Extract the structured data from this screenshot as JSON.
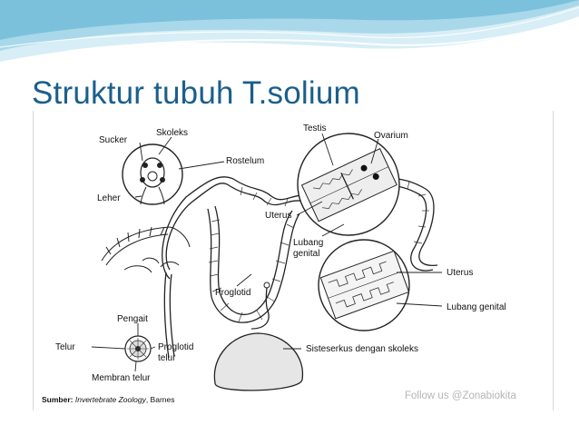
{
  "slide": {
    "title": "Struktur tubuh T.solium"
  },
  "figure": {
    "labels": {
      "sucker": "Sucker",
      "skoleks": "Skoleks",
      "rostelum": "Rostelum",
      "leher": "Leher",
      "testis": "Testis",
      "ovarium": "Ovarium",
      "uterus_top": "Uterus",
      "lubang": "Lubang",
      "genital": "genital",
      "uterus_right": "Uterus",
      "lubang_genital": "Lubang genital",
      "proglotid": "Proglotid",
      "pengait": "Pengait",
      "telur": "Telur",
      "proglotid_small": "Proglotid",
      "telur_small": "telur",
      "membran_telur": "Membran telur",
      "sisteserkus": "Sisteserkus dengan skoleks"
    },
    "caption_source_label": "Sumber:",
    "caption_source_text": "Invertebrate Zoology",
    "caption_author": ", Barnes",
    "watermark": "Follow us @Zonabiokita"
  },
  "colors": {
    "title": "#1a5f8c",
    "wave_light": "#bfe0ee",
    "wave_mid": "#7cc1dc"
  }
}
